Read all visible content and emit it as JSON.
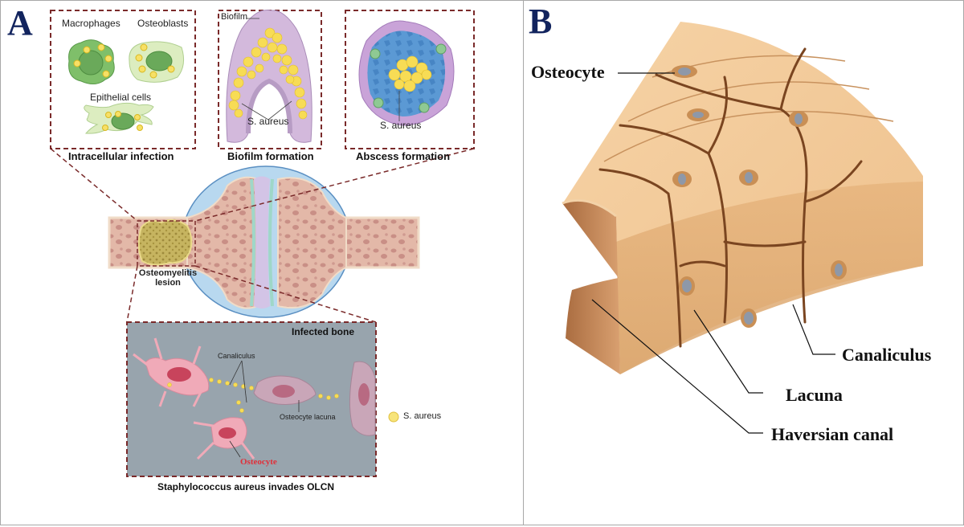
{
  "panel_a": {
    "letter": "A",
    "intracellular": {
      "caption": "Intracellular infection",
      "labels": {
        "macrophages": "Macrophages",
        "osteoblasts": "Osteoblasts",
        "epithelial": "Epithelial cells"
      }
    },
    "biofilm": {
      "caption": "Biofilm formation",
      "labels": {
        "biofilm": "Biofilm",
        "bacteria": "S. aureus"
      }
    },
    "abscess": {
      "caption": "Abscess formation",
      "labels": {
        "bacteria": "S. aureus"
      }
    },
    "joint": {
      "lesion_label_line1": "Osteomyelitis",
      "lesion_label_line2": "lesion"
    },
    "infected_bone": {
      "title": "Infected bone",
      "labels": {
        "canaliculus": "Canaliculus",
        "lacuna": "Osteocyte lacuna",
        "osteocyte": "Osteocyte"
      },
      "caption": "Staphylococcus aureus invades OLCN"
    },
    "legend": {
      "label": "S. aureus",
      "color": "#f7e47a"
    }
  },
  "panel_b": {
    "letter": "B",
    "labels": {
      "osteocyte": "Osteocyte",
      "canaliculus": "Canaliculus",
      "lacuna": "Lacuna",
      "haversian": "Haversian canal"
    }
  },
  "colors": {
    "letter": "#12245e",
    "dashed_box": "#7a2a2a",
    "bone_pink": "#e3b8a8",
    "bone_tan": "#e8b98a",
    "osteocyte_red": "#e0303a",
    "infected_bg": "#98a4ad"
  }
}
